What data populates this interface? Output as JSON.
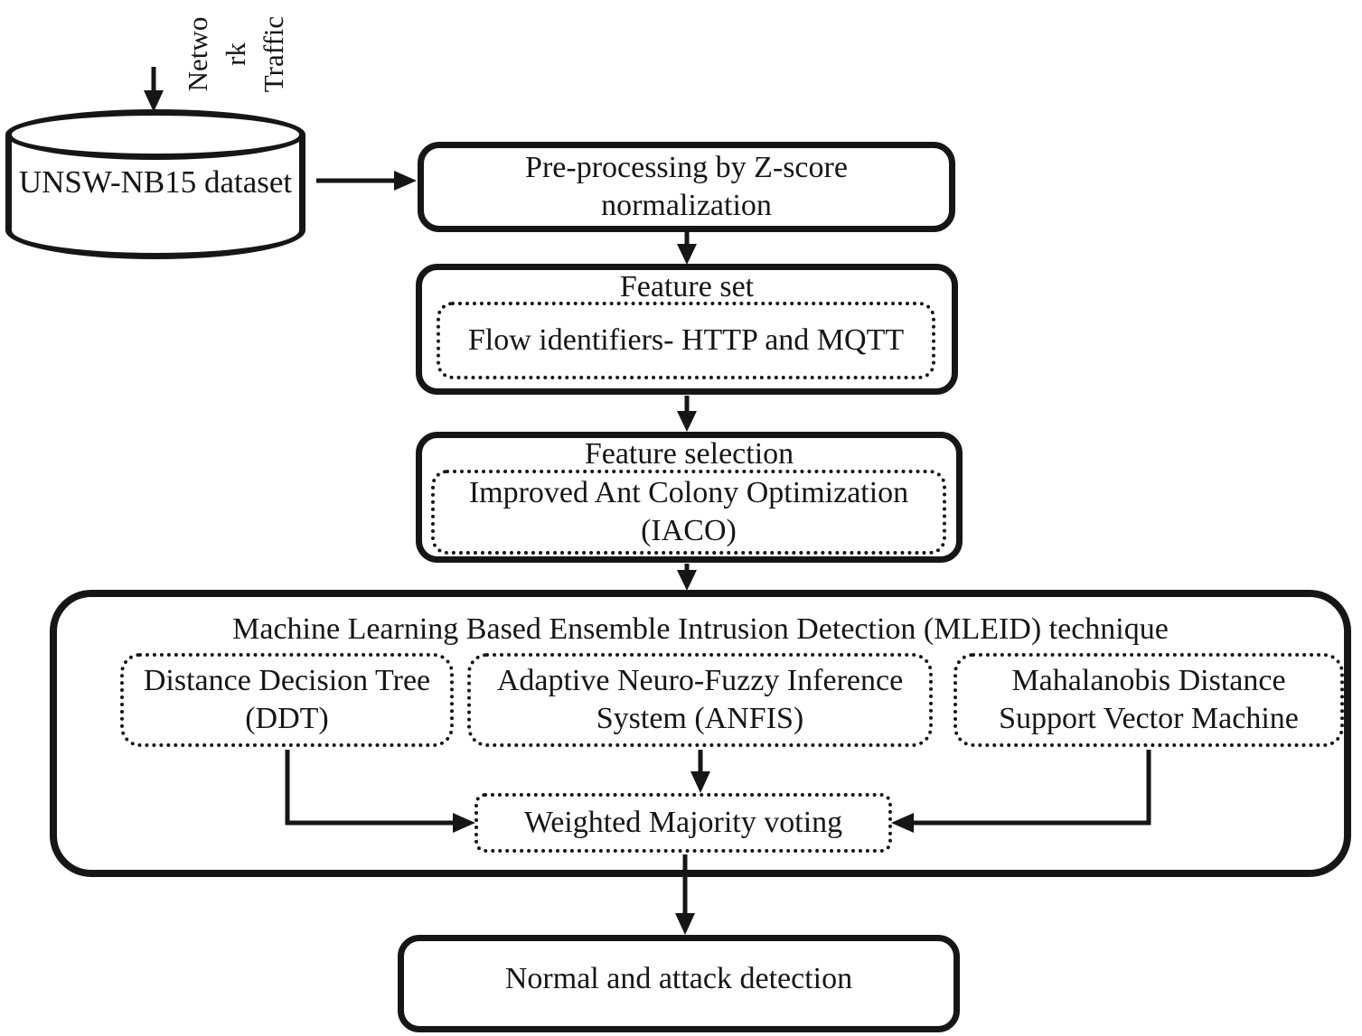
{
  "colors": {
    "ink": "#161616",
    "background": "#ffffff"
  },
  "dataset": {
    "label": "UNSW-NB15 dataset",
    "traffic_lines": [
      "Netwo",
      "rk",
      "Traffic"
    ]
  },
  "preprocessing": {
    "lines": [
      "Pre-processing by Z-score",
      "normalization"
    ]
  },
  "feature_set": {
    "title": "Feature set",
    "inner": "Flow identifiers- HTTP and MQTT"
  },
  "feature_selection": {
    "title": "Feature selection",
    "inner_lines": [
      "Improved Ant Colony Optimization",
      "(IACO)"
    ]
  },
  "mleid": {
    "title": "Machine Learning Based Ensemble Intrusion Detection (MLEID) technique",
    "ddt_lines": [
      "Distance Decision Tree",
      "(DDT)"
    ],
    "anfis_lines": [
      "Adaptive Neuro-Fuzzy Inference",
      "System (ANFIS)"
    ],
    "mdsvm_lines": [
      "Mahalanobis Distance",
      "Support Vector Machine"
    ],
    "voting": "Weighted Majority voting"
  },
  "output": {
    "label": "Normal and attack detection"
  }
}
